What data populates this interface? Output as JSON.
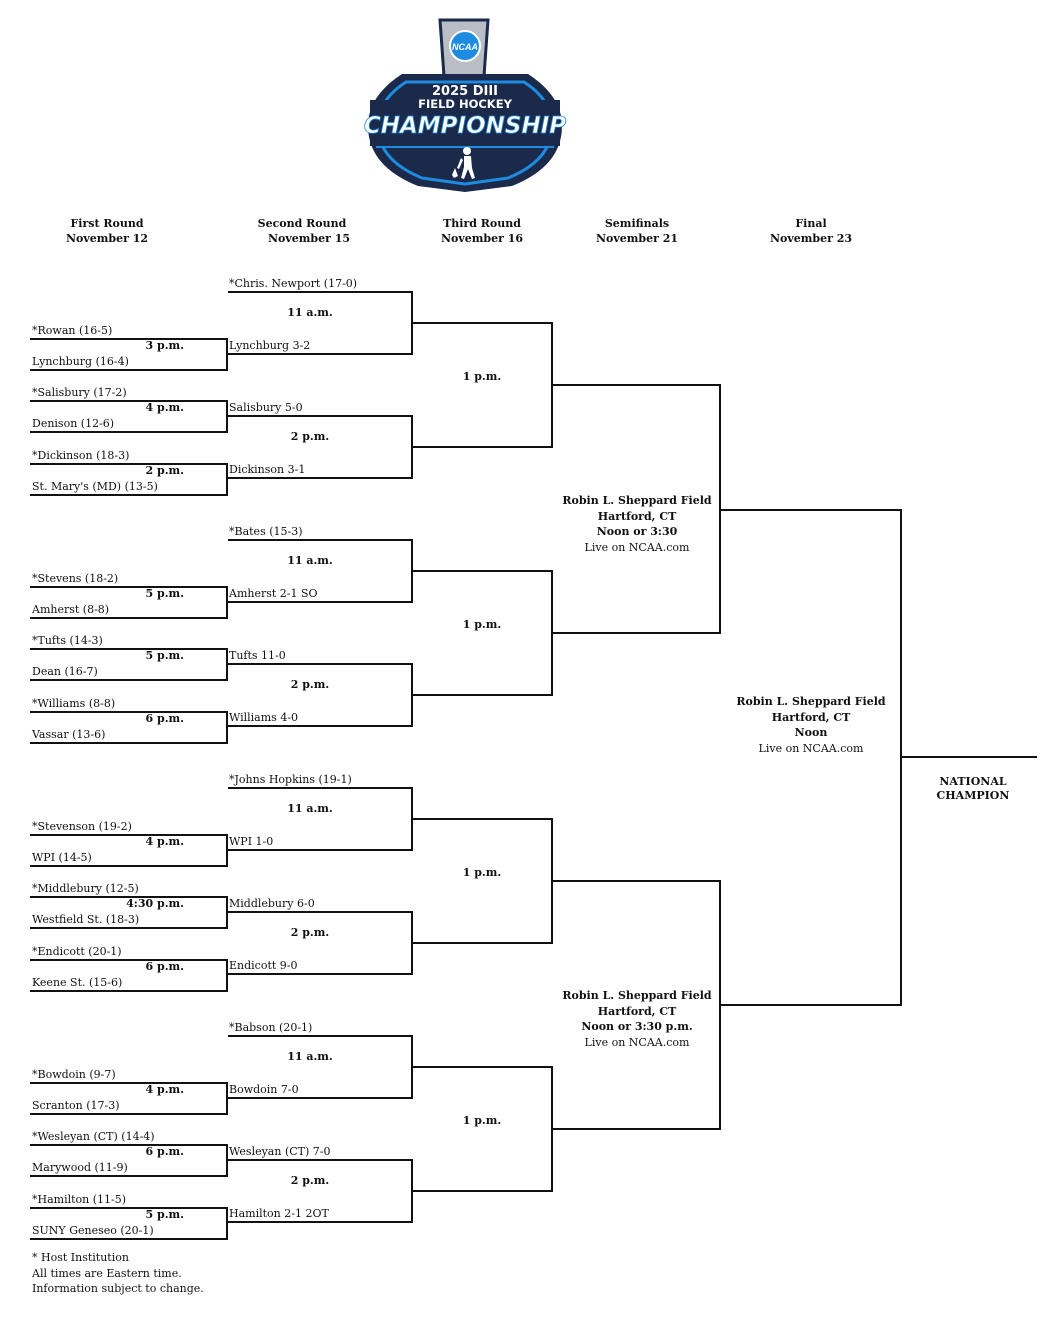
{
  "logo": {
    "ncaa": "NCAA",
    "line1": "2025 DIII",
    "line2": "FIELD HOCKEY",
    "line3": "CHAMPIONSHIP",
    "colors": {
      "navy": "#1b2a4a",
      "blue": "#1d8ce0",
      "silver": "#b9bec6"
    }
  },
  "rounds": [
    {
      "name": "First Round",
      "date": "November 12"
    },
    {
      "name": "Second Round",
      "date": "November 15"
    },
    {
      "name": "Third Round",
      "date": "November 16"
    },
    {
      "name": "Semifinals",
      "date": "November 21"
    },
    {
      "name": "Final",
      "date": "November 23"
    }
  ],
  "first_round": [
    {
      "top": "*Rowan (16-5)",
      "time": "3 p.m.",
      "bottom": "Lynchburg (16-4)"
    },
    {
      "top": "*Salisbury (17-2)",
      "time": "4 p.m.",
      "bottom": "Denison (12-6)"
    },
    {
      "top": "*Dickinson (18-3)",
      "time": "2 p.m.",
      "bottom": "St. Mary's (MD) (13-5)"
    },
    {
      "top": "*Stevens (18-2)",
      "time": "5 p.m.",
      "bottom": "Amherst (8-8)"
    },
    {
      "top": "*Tufts (14-3)",
      "time": "5 p.m.",
      "bottom": "Dean (16-7)"
    },
    {
      "top": "*Williams (8-8)",
      "time": "6 p.m.",
      "bottom": "Vassar (13-6)"
    },
    {
      "top": "*Stevenson (19-2)",
      "time": "4 p.m.",
      "bottom": "WPI (14-5)"
    },
    {
      "top": "*Middlebury (12-5)",
      "time": "4:30 p.m.",
      "bottom": "Westfield St. (18-3)"
    },
    {
      "top": "*Endicott (20-1)",
      "time": "6 p.m.",
      "bottom": "Keene St. (15-6)"
    },
    {
      "top": "*Bowdoin (9-7)",
      "time": "4 p.m.",
      "bottom": "Scranton (17-3)"
    },
    {
      "top": "*Wesleyan (CT) (14-4)",
      "time": "6 p.m.",
      "bottom": "Marywood (11-9)"
    },
    {
      "top": "*Hamilton (11-5)",
      "time": "5 p.m.",
      "bottom": "SUNY Geneseo (20-1)"
    }
  ],
  "second_round": [
    {
      "top": "*Chris. Newport (17-0)",
      "time": "11 a.m.",
      "bottom": "Lynchburg 3-2"
    },
    {
      "top": "Salisbury 5-0",
      "time": "2 p.m.",
      "bottom": "Dickinson 3-1"
    },
    {
      "top": "*Bates (15-3)",
      "time": "11 a.m.",
      "bottom": "Amherst 2-1 SO"
    },
    {
      "top": "Tufts 11-0",
      "time": "2 p.m.",
      "bottom": "Williams 4-0"
    },
    {
      "top": "*Johns Hopkins (19-1)",
      "time": "11 a.m.",
      "bottom": "WPI 1-0"
    },
    {
      "top": "Middlebury 6-0",
      "time": "2 p.m.",
      "bottom": "Endicott 9-0"
    },
    {
      "top": "*Babson (20-1)",
      "time": "11 a.m.",
      "bottom": "Bowdoin 7-0"
    },
    {
      "top": "Wesleyan (CT) 7-0",
      "time": "2 p.m.",
      "bottom": "Hamilton 2-1 2OT"
    }
  ],
  "third_round": [
    {
      "time": "1 p.m."
    },
    {
      "time": "1 p.m."
    },
    {
      "time": "1 p.m."
    },
    {
      "time": "1 p.m."
    }
  ],
  "semifinals": [
    {
      "venue": "Robin L. Sheppard Field",
      "city": "Hartford, CT",
      "time": "Noon or 3:30",
      "broadcast": "Live on NCAA.com"
    },
    {
      "venue": "Robin L. Sheppard Field",
      "city": "Hartford, CT",
      "time": "Noon or 3:30 p.m.",
      "broadcast": "Live on NCAA.com"
    }
  ],
  "final": {
    "venue": "Robin L. Sheppard Field",
    "city": "Hartford, CT",
    "time": "Noon",
    "broadcast": "Live on NCAA.com"
  },
  "champion": {
    "line1": "NATIONAL",
    "line2": "CHAMPION"
  },
  "footnotes": [
    "* Host Institution",
    "All times are Eastern time.",
    "Information subject to change."
  ]
}
